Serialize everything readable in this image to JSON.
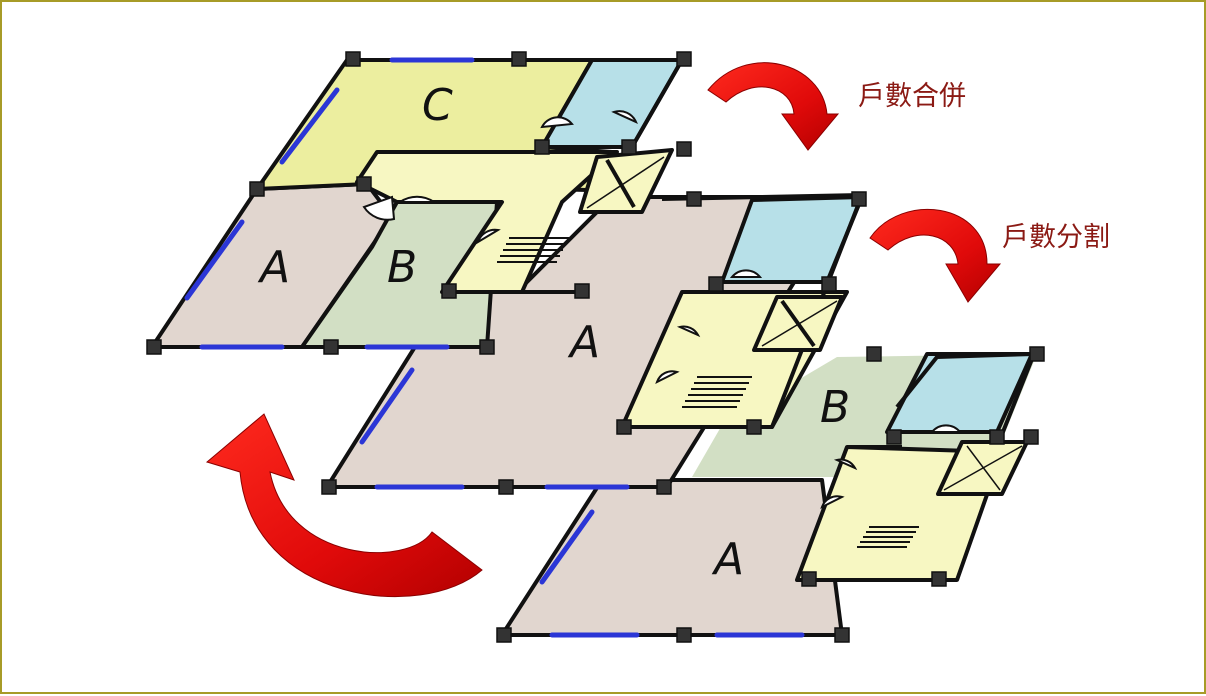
{
  "labels": {
    "merge": "戶數合併",
    "split": "戶數分割"
  },
  "plans": {
    "top": {
      "units": [
        "C",
        "A",
        "B"
      ]
    },
    "middle": {
      "units": [
        "A"
      ]
    },
    "bottom": {
      "units": [
        "B",
        "A"
      ]
    }
  },
  "colors": {
    "frame": "#a79b27",
    "unit_a": "#e1d6cf",
    "unit_b": "#d2dfc4",
    "unit_c": "#ecee9f",
    "core": "#f7f7c2",
    "bath": "#b7e0e8",
    "window": "#3340d4",
    "arrow": "#e30e0e"
  }
}
